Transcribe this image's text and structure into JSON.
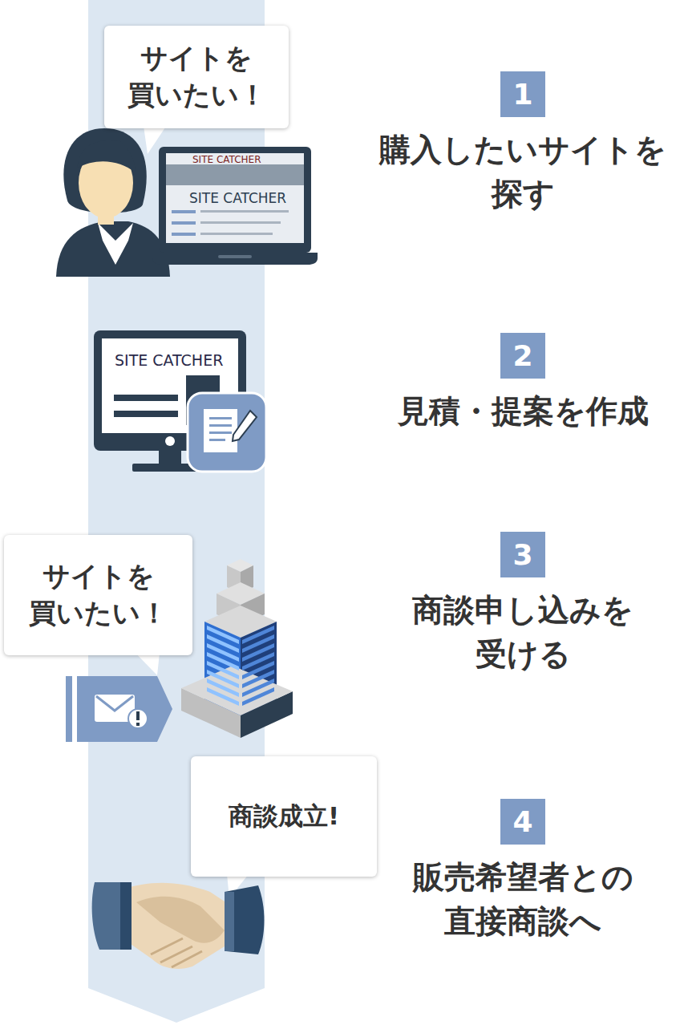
{
  "diagram": {
    "nodes": [
      {
        "text": [
          "サイトを 買いたい！"
        ]
      },
      {
        "text": [
          "1",
          "購入したいサイトを 探す"
        ]
      },
      {
        "text": [
          "2",
          "見積・提案を作成"
        ]
      },
      {
        "text": [
          "サイトを 買いたい！"
        ]
      },
      {
        "text": [
          "3",
          "商談申し込みを 受ける"
        ]
      },
      {
        "text": [
          "商談成立!"
        ]
      },
      {
        "text": [
          "4",
          "販売希望者との 直接商談へ"
        ]
      }
    ],
    "labels": [
      "SITE CATCHER",
      "SITE CATCHER",
      "SITE CATCHER"
    ]
  }
}
